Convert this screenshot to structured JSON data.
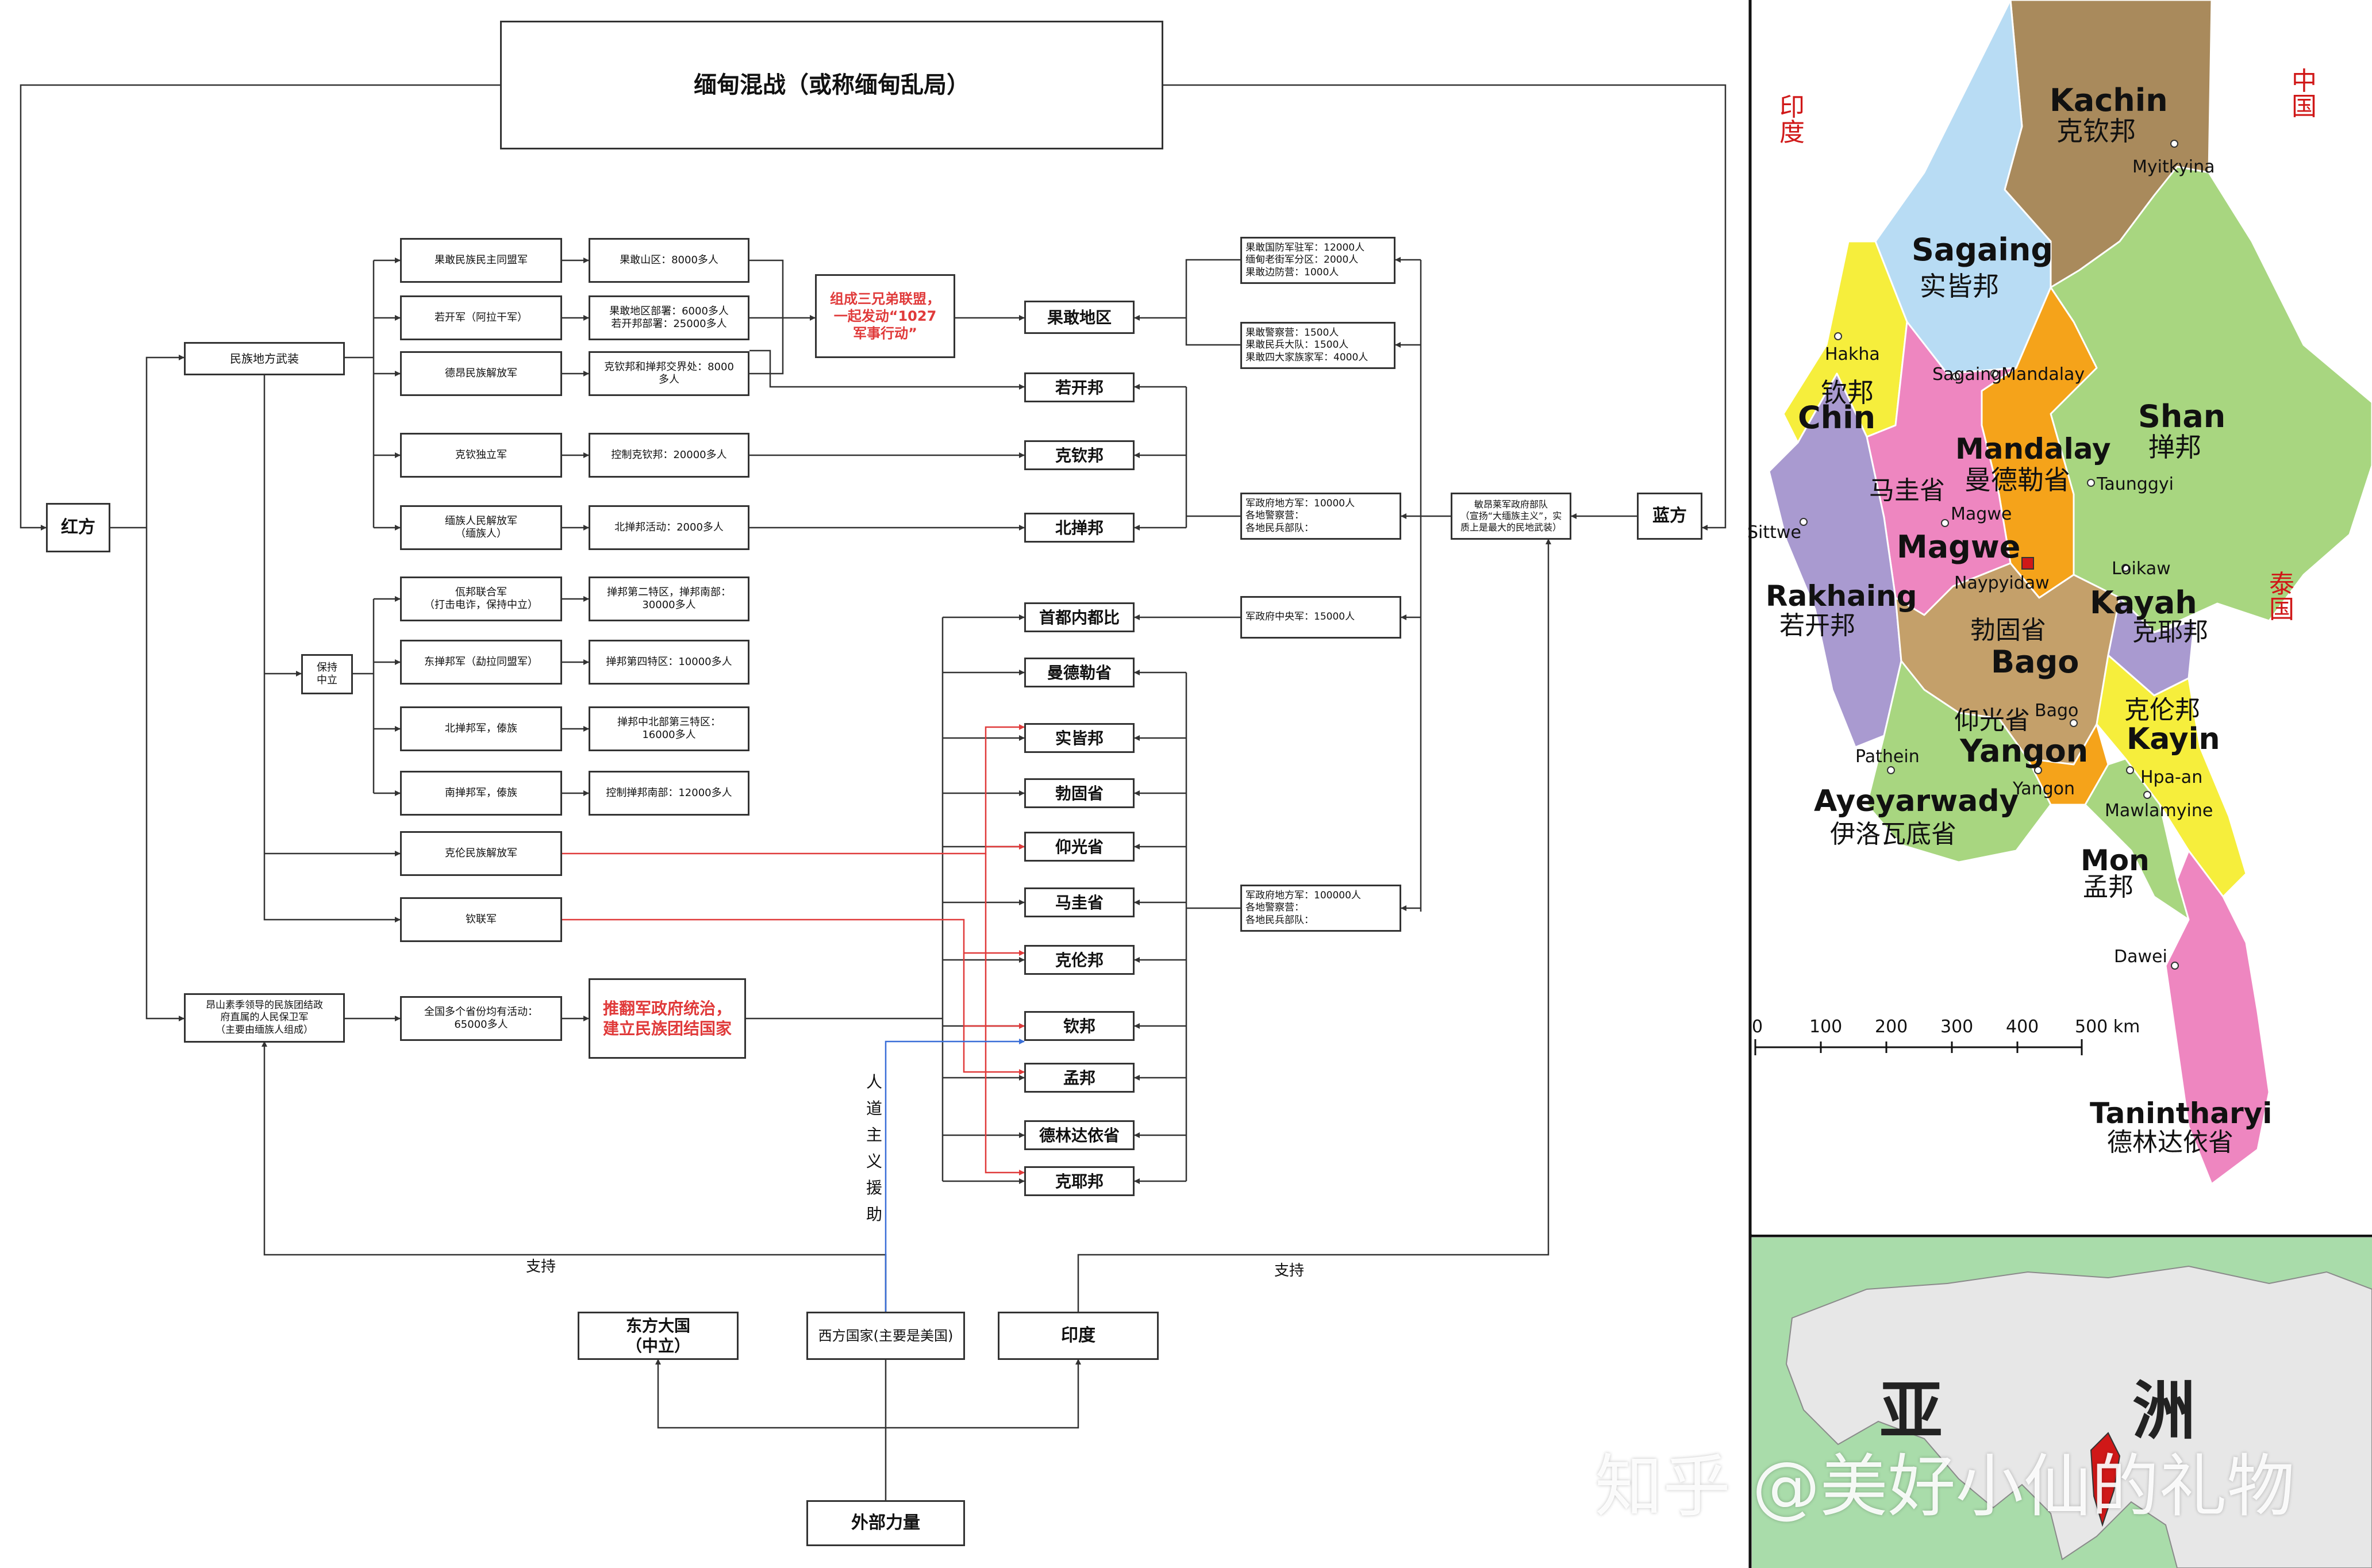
{
  "diagram": {
    "title": "缅甸混战（或称缅甸乱局）",
    "red_side": "红方",
    "blue_side": "蓝方",
    "ethnic_armed": "民族地方武装",
    "neutral": "保持\n中立",
    "nug_army": "昂山素季领导的民族团结政\n府直属的人民保卫军\n（主要由缅族人组成）",
    "alliance_note": "组成三兄弟联盟，\n一起发动“1027\n军事行动”",
    "overthrow_note": "推翻军政府统治，\n建立民族团结国家",
    "red_groups": [
      {
        "name": "果敢民族民主同盟军",
        "detail": "果敢山区：8000多人"
      },
      {
        "name": "若开军（阿拉干军）",
        "detail": "果敢地区部署：6000多人\n若开邦部署：25000多人"
      },
      {
        "name": "德昂民族解放军",
        "detail": "克钦邦和掸邦交界处：8000\n多人"
      },
      {
        "name": "克钦独立军",
        "detail": "控制克钦邦：20000多人"
      },
      {
        "name": "缅族人民解放军\n（缅族人）",
        "detail": "北掸邦活动：2000多人"
      }
    ],
    "neutral_groups": [
      {
        "name": "佤邦联合军\n（打击电诈，保持中立）",
        "detail": "掸邦第二特区，掸邦南部：\n30000多人"
      },
      {
        "name": "东掸邦军（勐拉同盟军）",
        "detail": "掸邦第四特区：10000多人"
      },
      {
        "name": "北掸邦军，傣族",
        "detail": "掸邦中北部第三特区：\n16000多人"
      },
      {
        "name": "南掸邦军，傣族",
        "detail": "控制掸邦南部：12000多人"
      }
    ],
    "other_groups": {
      "knla": "克伦民族解放军",
      "chin": "钦联军",
      "nug_detail": "全国多个省份均有活动：\n65000多人"
    },
    "regions": [
      "果敢地区",
      "若开邦",
      "克钦邦",
      "北掸邦",
      "首都内都比",
      "曼德勒省",
      "实皆邦",
      "勃固省",
      "仰光省",
      "马圭省",
      "克伦邦",
      "钦邦",
      "孟邦",
      "德林达依省",
      "克耶邦"
    ],
    "blue": {
      "junta": "敏昂莱军政府部队\n（宣扬“大缅族主义”，实\n质上是最大的民地武装）",
      "kokang_a": "果敢国防军驻军：12000人\n缅甸老街军分区：2000人\n果敢边防营：1000人",
      "kokang_b": "果敢警察营：1500人\n果敢民兵大队：1500人\n果敢四大家族家军：4000人",
      "north": "军政府地方军：10000人\n各地警察营：\n各地民兵部队：",
      "capital": "军政府中央军：15000人",
      "south": "军政府地方军：100000人\n各地警察营：\n各地民兵部队："
    },
    "external": {
      "root": "外部力量",
      "east": "东方大国\n（中立）",
      "west": "西方国家(主要是美国)",
      "india": "印度",
      "support_left": "支持",
      "support_right": "支持",
      "aid": "人道主义援助"
    }
  },
  "map": {
    "countries": {
      "india": "印\n度",
      "china": "中\n国",
      "thailand": "泰\n国"
    },
    "regions": [
      {
        "en": "Kachin",
        "zh": "克钦邦"
      },
      {
        "en": "Sagaing",
        "zh": "实皆邦"
      },
      {
        "en": "Chin",
        "zh": "钦邦"
      },
      {
        "en": "Shan",
        "zh": "掸邦"
      },
      {
        "en": "Mandalay",
        "zh": "曼德勒省"
      },
      {
        "en": "Magwe",
        "zh": "马圭省"
      },
      {
        "en": "Rakhaing",
        "zh": "若开邦"
      },
      {
        "en": "Kayah",
        "zh": "克耶邦"
      },
      {
        "en": "Bago",
        "zh": "勃固省"
      },
      {
        "en": "Yangon",
        "zh": "仰光省"
      },
      {
        "en": "Kayin",
        "zh": "克伦邦"
      },
      {
        "en": "Ayeyarwady",
        "zh": "伊洛瓦底省"
      },
      {
        "en": "Mon",
        "zh": "孟邦"
      },
      {
        "en": "Tanintharyi",
        "zh": "德林达依省"
      }
    ],
    "cities": [
      "Myitkyina",
      "Hakha",
      "Sagaing",
      "Mandalay",
      "Taunggyi",
      "Magwe",
      "Sittwe",
      "Naypyidaw",
      "Loikaw",
      "Bago",
      "Pathein",
      "Hpa-an",
      "Yangon",
      "Mawlamyine",
      "Dawei"
    ],
    "scale": [
      "0",
      "100",
      "200",
      "300",
      "400",
      "500 km"
    ],
    "inset_labels": [
      "亚",
      "洲"
    ],
    "watermark": "知乎 @美好小仙的礼物",
    "colors": {
      "kachin": "#a98a5c",
      "sagaing": "#b8dcf4",
      "chin": "#f6ee3c",
      "shan": "#a8d680",
      "mandalay": "#f5a31a",
      "magwe": "#ee86c0",
      "rakhine": "#a99ad0",
      "bago": "#c4a06a",
      "ayeyarwady": "#a8d680",
      "yangon": "#f5a31a",
      "kayin": "#f6ee3c",
      "kayah": "#a99ad0",
      "mon": "#a8d680",
      "tanintharyi": "#ee86c0",
      "inset_bg": "#a9dcaa",
      "accent_red": "#e03a3a",
      "accent_blue": "#3a6fd8"
    }
  }
}
